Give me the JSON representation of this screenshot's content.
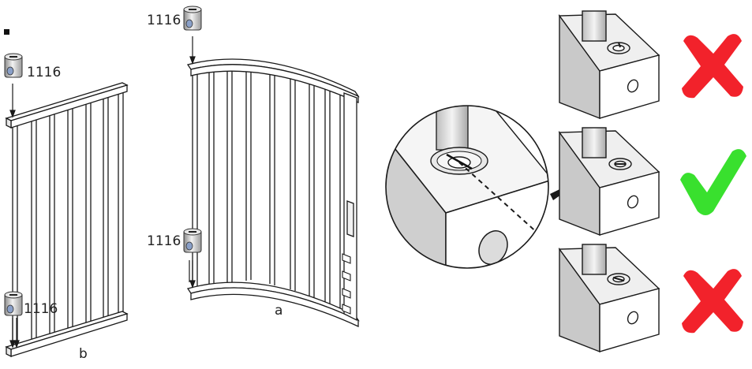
{
  "labels": {
    "part_code": "1116",
    "panel_a": "a",
    "panel_b": "b"
  },
  "icons": {
    "wrong": "cross-icon",
    "right": "check-icon",
    "bullet": "square-bullet"
  },
  "colors": {
    "wrong": "#f2222b",
    "right": "#39e02e",
    "line": "#1a1a1a",
    "wood": "#ffffff",
    "shade": "#d4d4d4",
    "shade_dark": "#a8a8a8"
  }
}
